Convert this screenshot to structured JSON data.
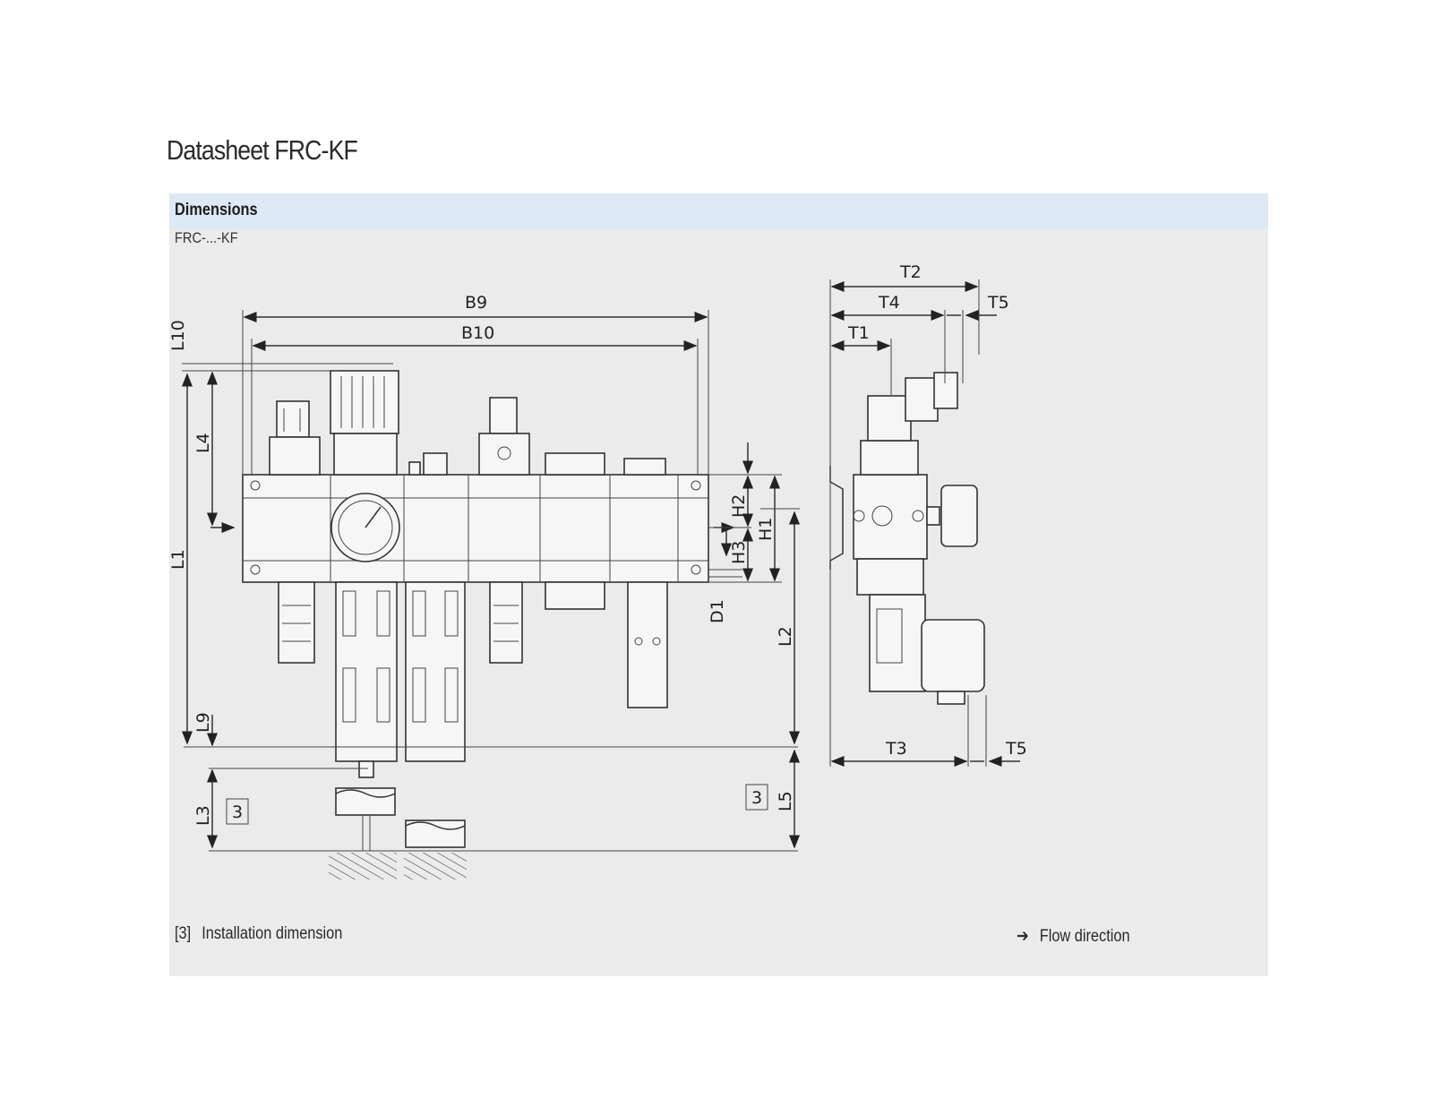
{
  "page_title": "Datasheet FRC-KF",
  "section": {
    "title": "Dimensions",
    "variant": "FRC-...-KF"
  },
  "dimension_labels": {
    "B9": "B9",
    "B10": "B10",
    "L10": "L10",
    "L4": "L4",
    "L1": "L1",
    "L9": "L9",
    "L3": "L3",
    "L2": "L2",
    "L5": "L5",
    "H1": "H1",
    "H2": "H2",
    "H3": "H3",
    "D1": "D1",
    "T1": "T1",
    "T2": "T2",
    "T3": "T3",
    "T4": "T4",
    "T5_top": "T5",
    "T5_bottom": "T5"
  },
  "callouts": {
    "left": "3",
    "right": "3"
  },
  "legend": {
    "ref_mark": "[3]",
    "ref_text": "Installation dimension",
    "arrow_symbol": "➔",
    "arrow_text": "Flow direction"
  }
}
